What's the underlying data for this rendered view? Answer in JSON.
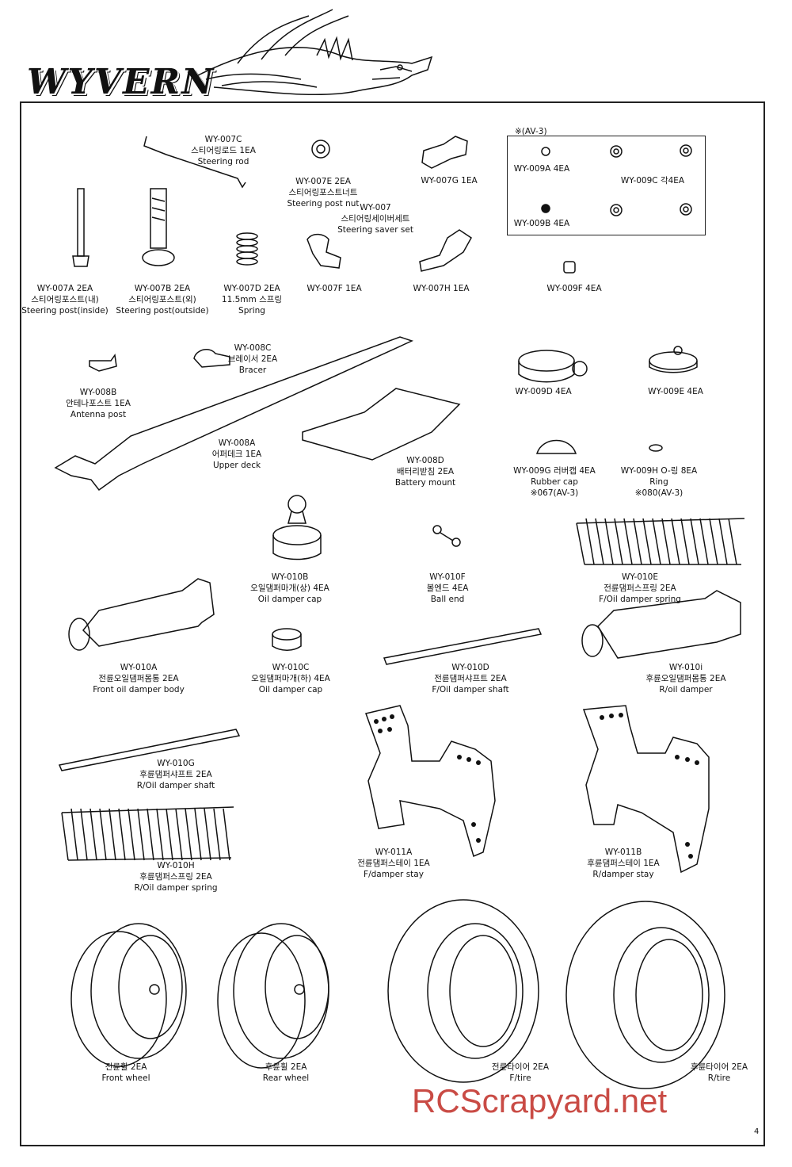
{
  "header": {
    "logo": "WYVERN"
  },
  "av_box": {
    "title": "※(AV-3)",
    "a": "WY-009A 4EA",
    "b": "WY-009B 4EA",
    "c": "WY-009C 각4EA"
  },
  "parts": {
    "p007c": [
      "WY-007C",
      "스티어링로드 1EA",
      "Steering rod"
    ],
    "p007e": [
      "WY-007E 2EA",
      "스티어링포스트너트",
      "Steering post nut"
    ],
    "p007": [
      "WY-007",
      "스티어링세이버세트",
      "Steering saver set"
    ],
    "p007g": [
      "WY-007G 1EA"
    ],
    "p007a": [
      "WY-007A  2EA",
      "스티어링포스트(내)",
      "Steering post(inside)"
    ],
    "p007b": [
      "WY-007B  2EA",
      "스티어링포스트(외)",
      "Steering post(outside)"
    ],
    "p007d": [
      "WY-007D  2EA",
      "11.5mm 스프링",
      "Spring"
    ],
    "p007f": [
      "WY-007F 1EA"
    ],
    "p007h": [
      "WY-007H 1EA"
    ],
    "p009f": [
      "WY-009F 4EA"
    ],
    "p008c": [
      "WY-008C",
      "브레이서 2EA",
      "Bracer"
    ],
    "p008b": [
      "WY-008B",
      "안테나포스트 1EA",
      "Antenna post"
    ],
    "p009d": [
      "WY-009D 4EA"
    ],
    "p009e": [
      "WY-009E 4EA"
    ],
    "p008a": [
      "WY-008A",
      "어퍼데크 1EA",
      "Upper deck"
    ],
    "p008d": [
      "WY-008D",
      "배터리받침 2EA",
      "Battery mount"
    ],
    "p009g": [
      "WY-009G  러버캡 4EA",
      "Rubber cap",
      "※067(AV-3)"
    ],
    "p009h": [
      "WY-009H  O-링 8EA",
      "Ring",
      "※080(AV-3)"
    ],
    "p010b": [
      "WY-010B",
      "오일댐퍼마개(상) 4EA",
      "Oil damper cap"
    ],
    "p010f": [
      "WY-010F",
      "볼엔드 4EA",
      "Ball end"
    ],
    "p010e": [
      "WY-010E",
      "전륜댐퍼스프링 2EA",
      "F/Oil damper spring"
    ],
    "p010a": [
      "WY-010A",
      "전륜오일댐퍼몸통 2EA",
      "Front oil damper body"
    ],
    "p010c": [
      "WY-010C",
      "오일댐퍼마개(하) 4EA",
      "Oil damper cap"
    ],
    "p010d": [
      "WY-010D",
      "전륜댐퍼샤프트 2EA",
      "F/Oil damper shaft"
    ],
    "p010i": [
      "WY-010i",
      "후륜오일댐퍼몸통 2EA",
      "R/oil damper"
    ],
    "p010g": [
      "WY-010G",
      "후륜댐퍼샤프트 2EA",
      "R/Oil damper shaft"
    ],
    "p011a": [
      "WY-011A",
      "전륜댐퍼스테이 1EA",
      "F/damper stay"
    ],
    "p011b": [
      "WY-011B",
      "후륜댐퍼스테이 1EA",
      "R/damper stay"
    ],
    "p010h": [
      "WY-010H",
      "후륜댐퍼스프링 2EA",
      "R/Oil damper spring"
    ],
    "pfw": [
      "전륜휠 2EA",
      "Front wheel"
    ],
    "prw": [
      "후륜휠 2EA",
      "Rear wheel"
    ],
    "pft": [
      "전륜타이어 2EA",
      "F/tire"
    ],
    "prt": [
      "후륜타이어 2EA",
      "R/tire"
    ]
  },
  "footer": {
    "watermark": "RCScrapyard.net",
    "page": "4"
  }
}
